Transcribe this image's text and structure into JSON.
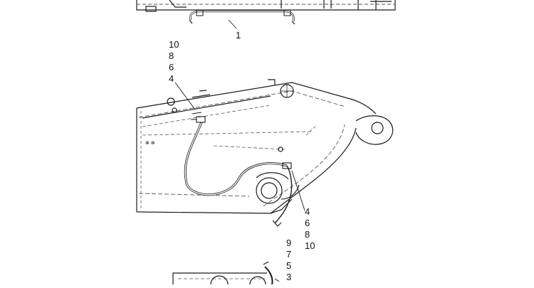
{
  "callouts": {
    "top_part": "1",
    "upper_stack": [
      "10",
      "8",
      "6",
      "4"
    ],
    "lower_stack": [
      "4",
      "6",
      "8",
      "10"
    ],
    "bottom_stack": [
      "9",
      "7",
      "5",
      "3"
    ]
  },
  "plate_marker": "⊗ ⊗",
  "colors": {
    "line": "#1a1a1a",
    "hidden_line": "#555555",
    "background": "#ffffff"
  }
}
